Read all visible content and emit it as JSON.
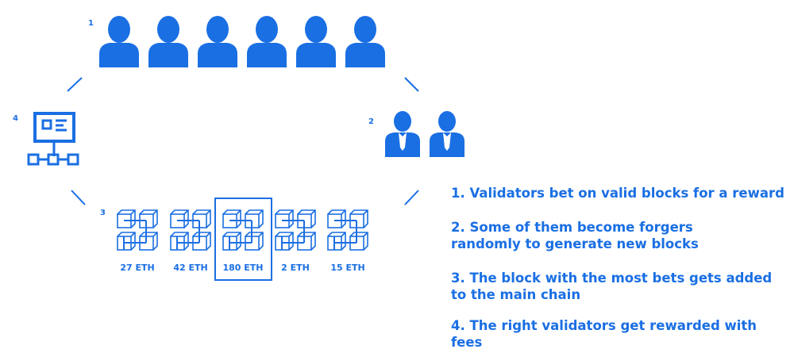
{
  "colors": {
    "accent": "#1a6fe3"
  },
  "markers": [
    "1",
    "2",
    "3",
    "4"
  ],
  "blocks": [
    {
      "label": "27 ETH",
      "highlighted": false
    },
    {
      "label": "42 ETH",
      "highlighted": false
    },
    {
      "label": "180 ETH",
      "highlighted": true
    },
    {
      "label": "2 ETH",
      "highlighted": false
    },
    {
      "label": "15 ETH",
      "highlighted": false
    }
  ],
  "steps": [
    "1. Validators bet on valid blocks for a reward",
    "2. Some of them become forgers randomly to generate new blocks",
    "3. The block with the most bets gets added to the main chain",
    "4. The right validators get rewarded with fees"
  ],
  "icons": {
    "validators": "person-icon",
    "forgers": "businessman-icon",
    "network": "network-icon",
    "blockchain": "block-chain-icon"
  }
}
